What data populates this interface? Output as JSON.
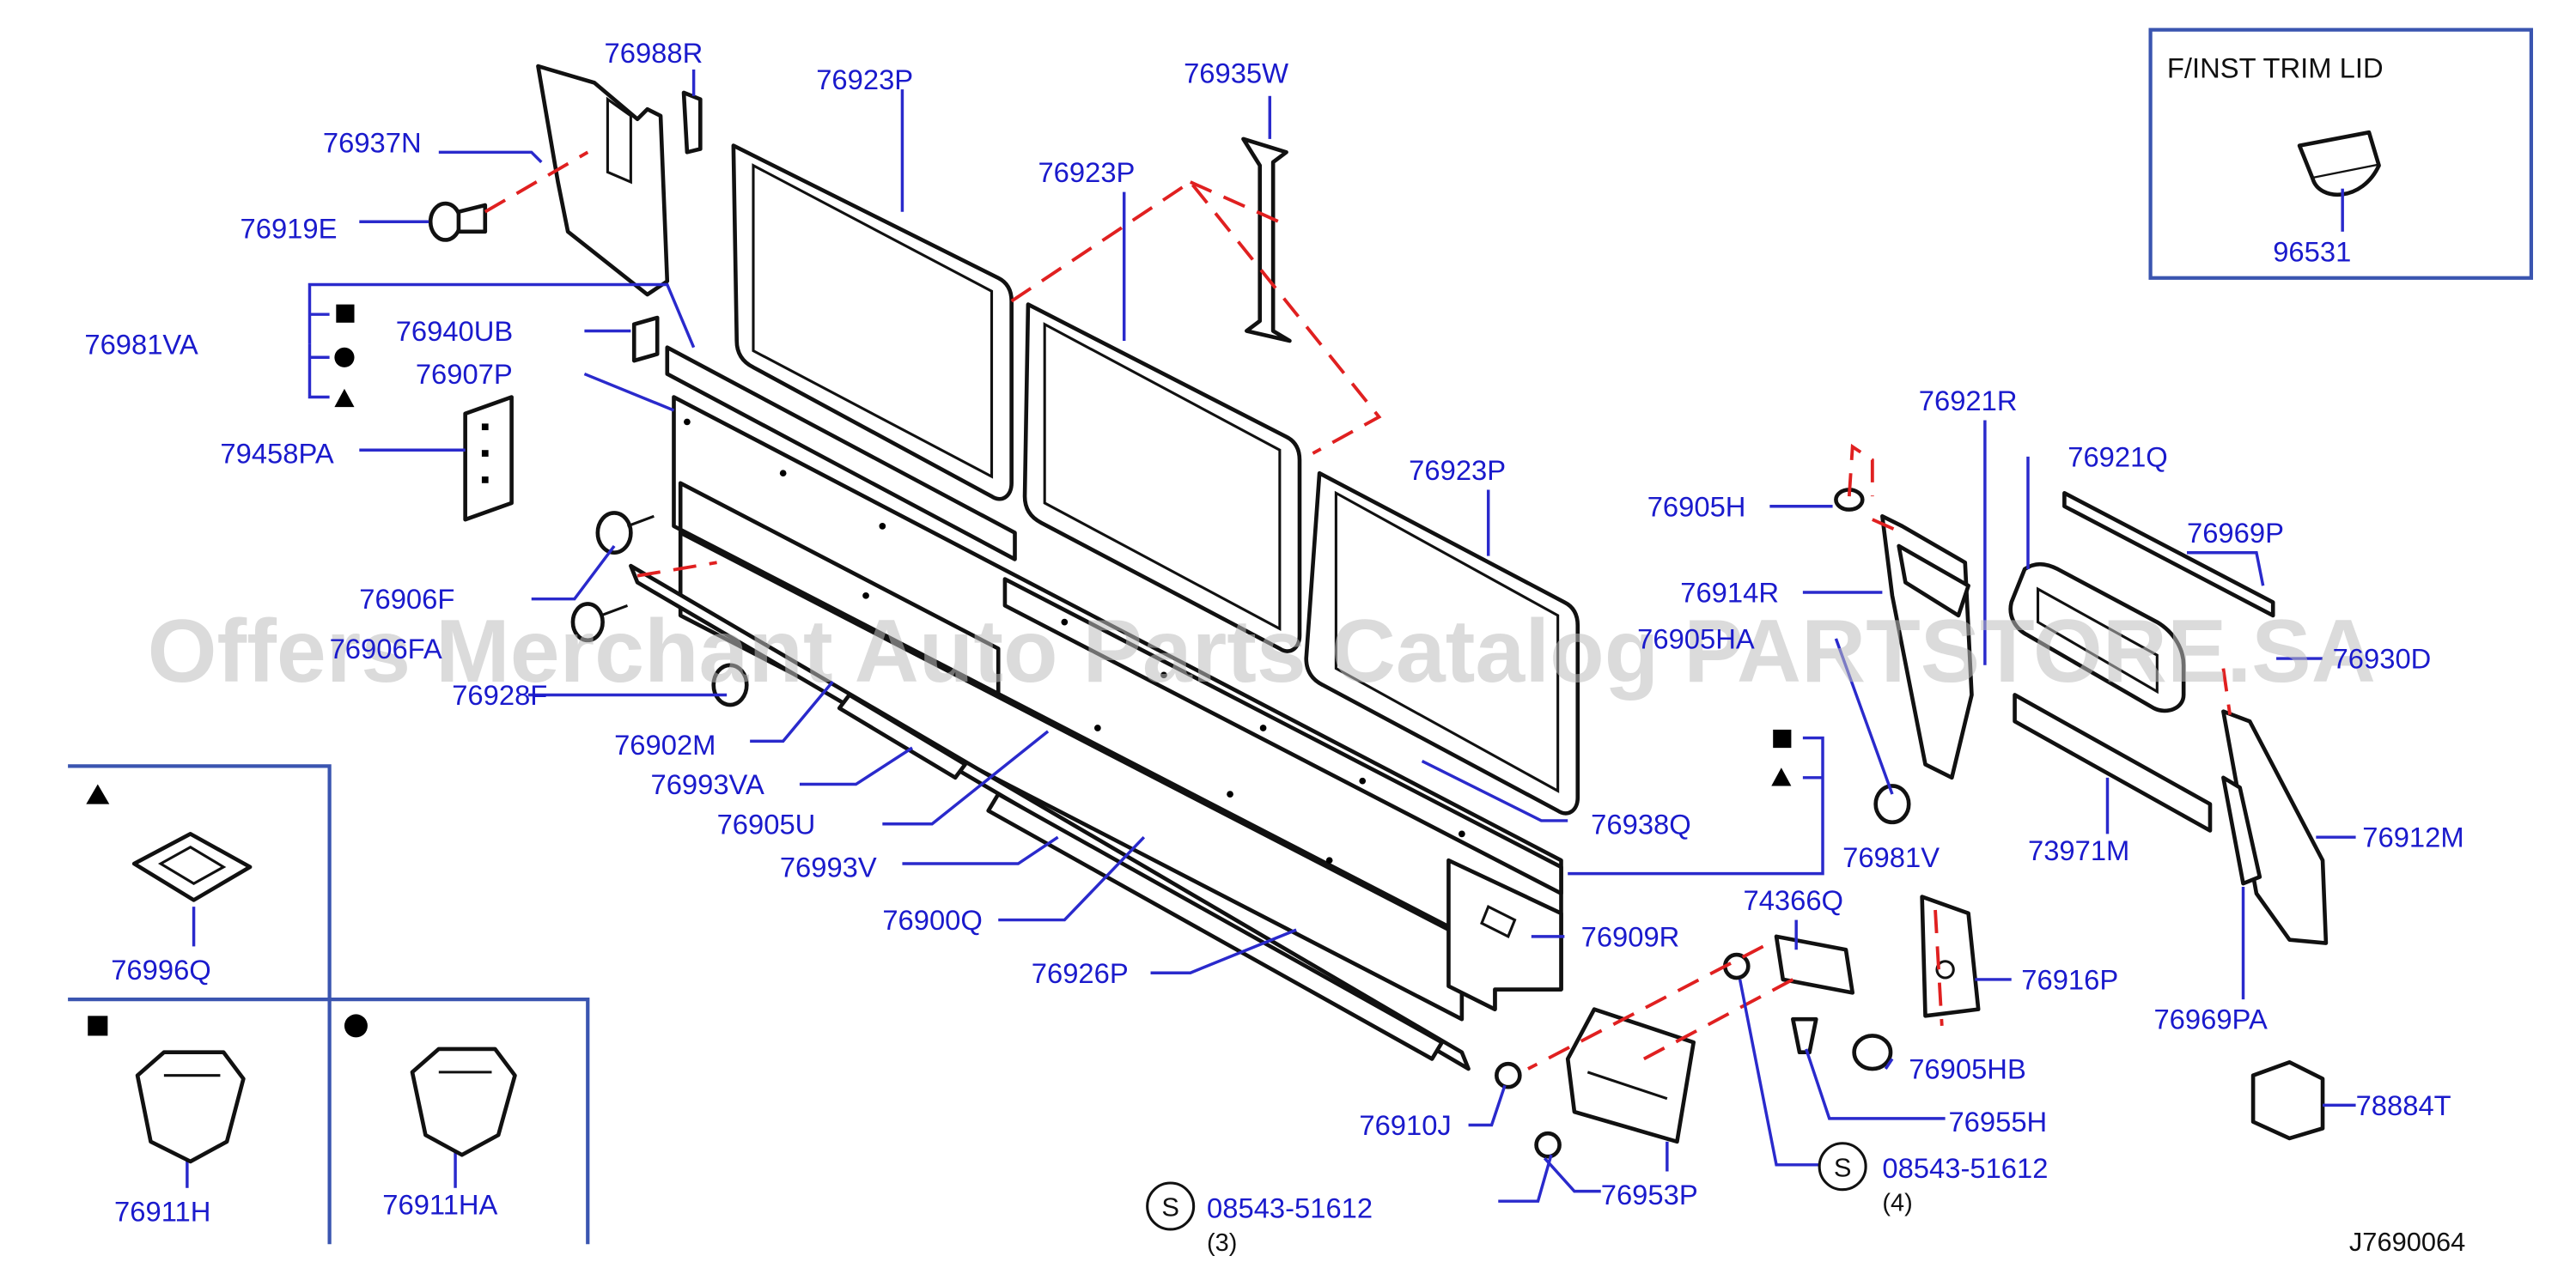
{
  "watermark": "Offers Merchant Auto Parts Catalog PARTSTORE.SA",
  "diagram_id": "J7690064",
  "inset": {
    "title": "F/INST   TRIM   LID",
    "part": "96531"
  },
  "legend_symbols": [
    "▲",
    "■",
    "●"
  ],
  "screw": {
    "letter": "S",
    "part_number": "08543-51612",
    "qty_a": "(3)",
    "qty_b": "(4)"
  },
  "callouts": {
    "p76988R": "76988R",
    "p76937N": "76937N",
    "p76919E": "76919E",
    "p76923P_a": "76923P",
    "p76923P_b": "76923P",
    "p76923P_c": "76923P",
    "p76935W": "76935W",
    "p76981VA": "76981VA",
    "p76940UB": "76940UB",
    "p76907P": "76907P",
    "p79458PA": "79458PA",
    "p76906F": "76906F",
    "p76906FA": "76906FA",
    "p76928F": "76928F",
    "p76902M": "76902M",
    "p76993VA": "76993VA",
    "p76905U": "76905U",
    "p76993V": "76993V",
    "p76900Q": "76900Q",
    "p76926P": "76926P",
    "p76921R": "76921R",
    "p76921Q": "76921Q",
    "p76905H": "76905H",
    "p76969P": "76969P",
    "p76914R": "76914R",
    "p76905HA": "76905HA",
    "p76930D": "76930D",
    "p76938Q": "76938Q",
    "p76981V": "76981V",
    "p73971M": "73971M",
    "p76912M": "76912M",
    "p74366Q": "74366Q",
    "p76909R": "76909R",
    "p76916P": "76916P",
    "p76969PA": "76969PA",
    "p76905HB": "76905HB",
    "p76955H": "76955H",
    "p76910J": "76910J",
    "p76953P": "76953P",
    "p78884T": "78884T",
    "p76996Q": "76996Q",
    "p76911H": "76911H",
    "p76911HA": "76911HA"
  }
}
